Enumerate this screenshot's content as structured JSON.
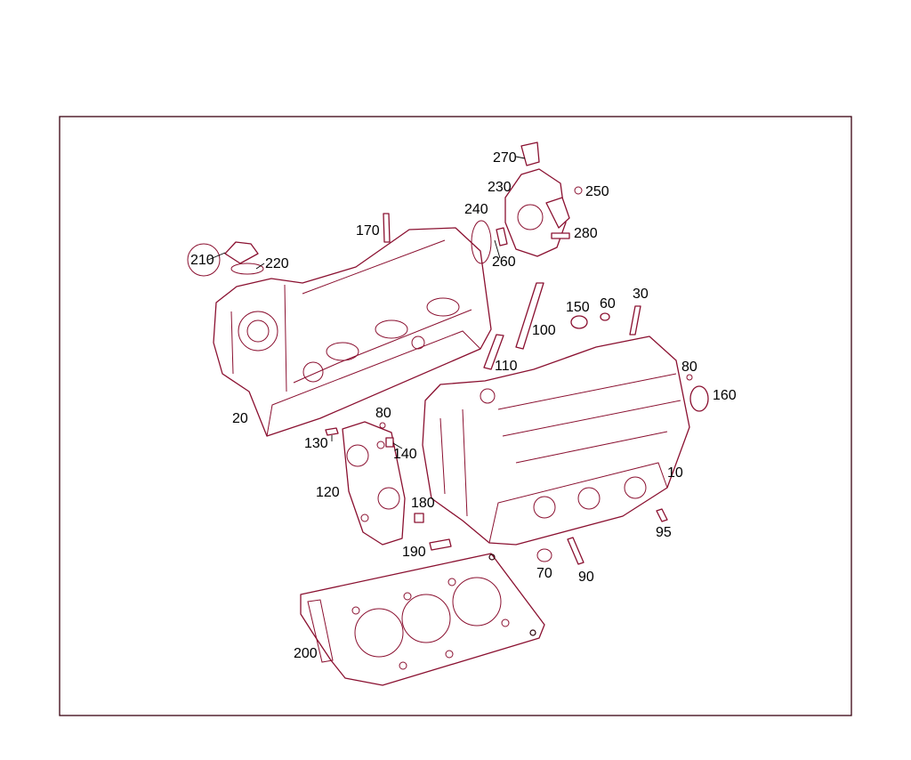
{
  "colors": {
    "line": "#8a1030",
    "frame": "#3a0010",
    "text": "#000000",
    "background": "#ffffff"
  },
  "callouts": [
    "270",
    "230",
    "250",
    "240",
    "280",
    "260",
    "170",
    "210",
    "220",
    "150",
    "60",
    "30",
    "100",
    "110",
    "80",
    "160",
    "20",
    "80",
    "130",
    "140",
    "120",
    "10",
    "180",
    "190",
    "95",
    "70",
    "90",
    "200"
  ]
}
